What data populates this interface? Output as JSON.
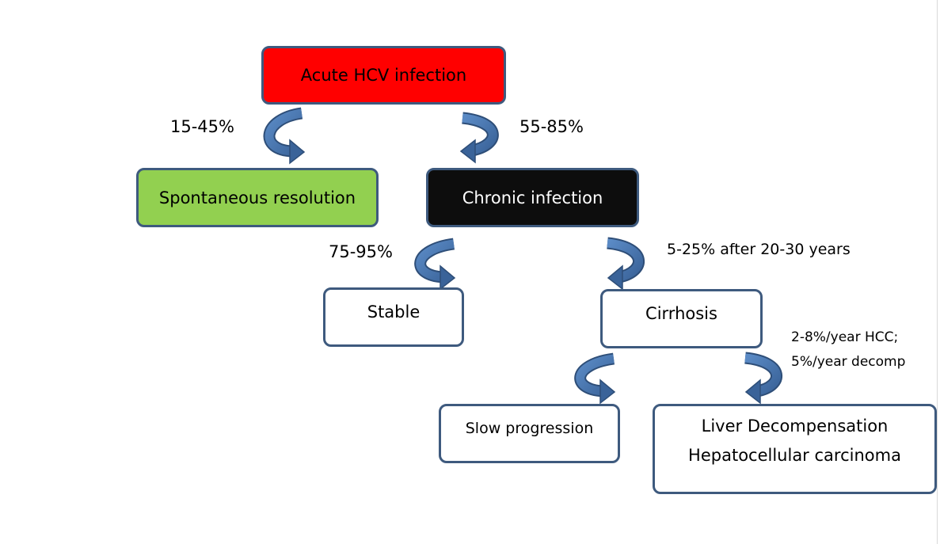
{
  "nodes": {
    "acute": {
      "label": "Acute HCV infection",
      "fill": "#ff0000"
    },
    "spontaneous": {
      "label": "Spontaneous resolution",
      "fill": "#92d050"
    },
    "chronic": {
      "label": "Chronic infection",
      "fill": "#0d0d0d"
    },
    "stable": {
      "label": "Stable"
    },
    "cirrhosis": {
      "label": "Cirrhosis"
    },
    "slow": {
      "label": "Slow progression"
    },
    "outcome": {
      "line1": "Liver Decompensation",
      "line2": "Hepatocellular carcinoma"
    }
  },
  "edges": {
    "acute_to_spontaneous": "15-45%",
    "acute_to_chronic": "55-85%",
    "chronic_to_stable": "75-95%",
    "chronic_to_cirrhosis": "5-25% after 20-30 years",
    "cirrhosis_to_outcome_line1": "2-8%/year HCC;",
    "cirrhosis_to_outcome_line2": "5%/year decomp"
  },
  "colors": {
    "border": "#3e5a7e",
    "arrow": "#4a76ad",
    "arrow_outline": "#2e4e78"
  }
}
